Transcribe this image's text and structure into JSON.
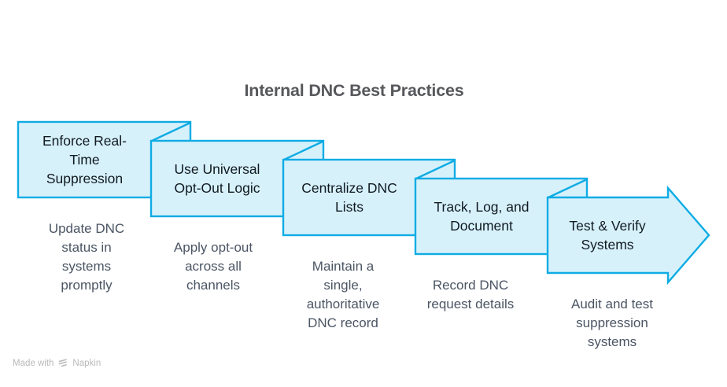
{
  "title": "Internal DNC Best Practices",
  "colors": {
    "accent": "#0FACE4",
    "shape_fill": "#D7F1FB",
    "title_color": "#57585B",
    "step_title_color": "#111A22",
    "step_subtitle_color": "#4B5564",
    "watermark_color": "#B9B9B9",
    "background": "#FFFFFF"
  },
  "steps": [
    {
      "title": "Enforce Real-\nTime\nSuppression",
      "subtitle": "Update DNC\nstatus in\nsystems\npromptly"
    },
    {
      "title": "Use Universal\nOpt-Out Logic",
      "subtitle": "Apply opt-out\nacross all\nchannels"
    },
    {
      "title": "Centralize DNC\nLists",
      "subtitle": "Maintain a\nsingle,\nauthoritative\nDNC record"
    },
    {
      "title": "Track, Log, and\nDocument",
      "subtitle": "Record DNC\nrequest details"
    },
    {
      "title": "Test & Verify\nSystems",
      "subtitle": "Audit and test\nsuppression\nsystems"
    }
  ],
  "watermark": {
    "prefix": "Made with",
    "brand": "Napkin"
  }
}
